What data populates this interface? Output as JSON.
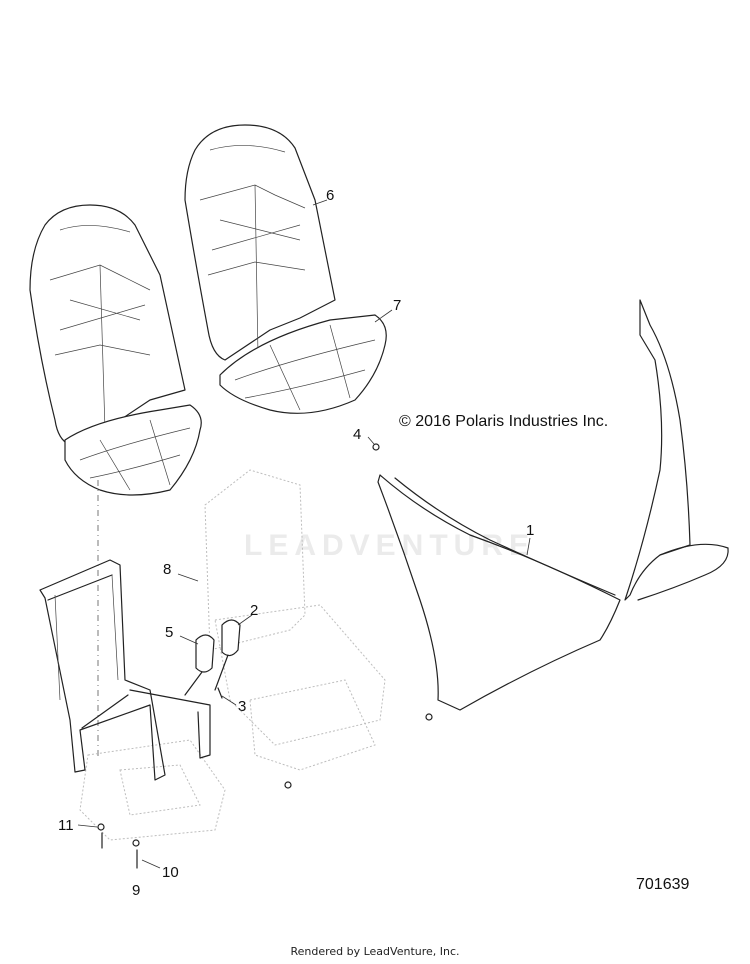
{
  "copyright": "© 2016 Polaris Industries Inc.",
  "drawing_number": "701639",
  "footer": "Rendered by LeadVenture, Inc.",
  "watermark": "LEADVENTURE",
  "callouts": {
    "c1": "1",
    "c2": "2",
    "c3": "3",
    "c4": "4",
    "c5": "5",
    "c6": "6",
    "c7": "7",
    "c8": "8",
    "c9": "9",
    "c10": "10",
    "c11": "11"
  }
}
